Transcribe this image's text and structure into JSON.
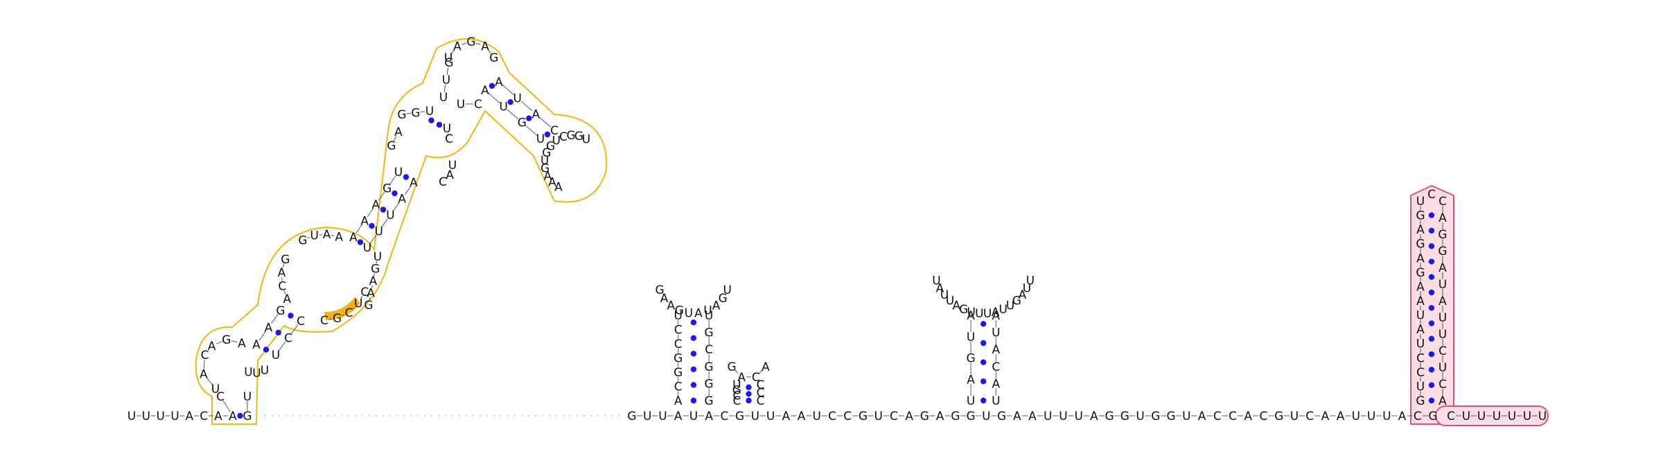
{
  "tail_5prime": "UUUUACA",
  "gap_dots": 52,
  "main_backbone": "GUUAUACGUUAAUCCGUCAGAGGUGAAUUUAGGUGGUACCACGUCAAUUUACG",
  "tail_3prime": "CUUUUUU",
  "domain_left": {
    "outer_helix_left": "AC",
    "outer_helix_right": "GU",
    "loop_left": "UAC",
    "loop_top": "AGA",
    "bulge_right": "UUU",
    "stem2_left": "AAG",
    "stem2_right": "UCC",
    "big_loop_left": "ACAG",
    "big_loop_top": "GUAA",
    "big_loop_right": "CGCUC",
    "big_loop_right2": "GAAGU",
    "stem3_left": "AAAGU",
    "stem3_right": "UUUAA",
    "stem4_left": "GA",
    "stem4_right": "CAU",
    "stem5_left": "GGU",
    "stem5_right": "UC",
    "hairpin_left": "UUG",
    "hairpin_top": "UAGAG",
    "branch_left": "AUGU",
    "branch_right": "AUAC",
    "branch_loop": "UGGCUGGUGAAA"
  },
  "hairpin_a": {
    "stem_left": "ACGGCCU",
    "loop": "GAAGUAUAGU",
    "stem_right": "GGGCGU"
  },
  "hairpin_b": {
    "stem_left": "CCGU",
    "loop": "GACA",
    "stem_right": "CCC"
  },
  "hairpin_c": {
    "stem_left": "UAGUA",
    "loop": "UAUUAGUUUAUUGAUU",
    "stem_right": "UACAUA"
  },
  "terminator": {
    "stem_left": "GUCCUAUAAGAGAGU",
    "cap": "C",
    "stem_right": "ACUCUUAUAGGAC"
  },
  "colors": {
    "highlight_orange": "#f2b415",
    "highlight_pink": "#d9537a",
    "pair_dot": "#1a1aee"
  }
}
